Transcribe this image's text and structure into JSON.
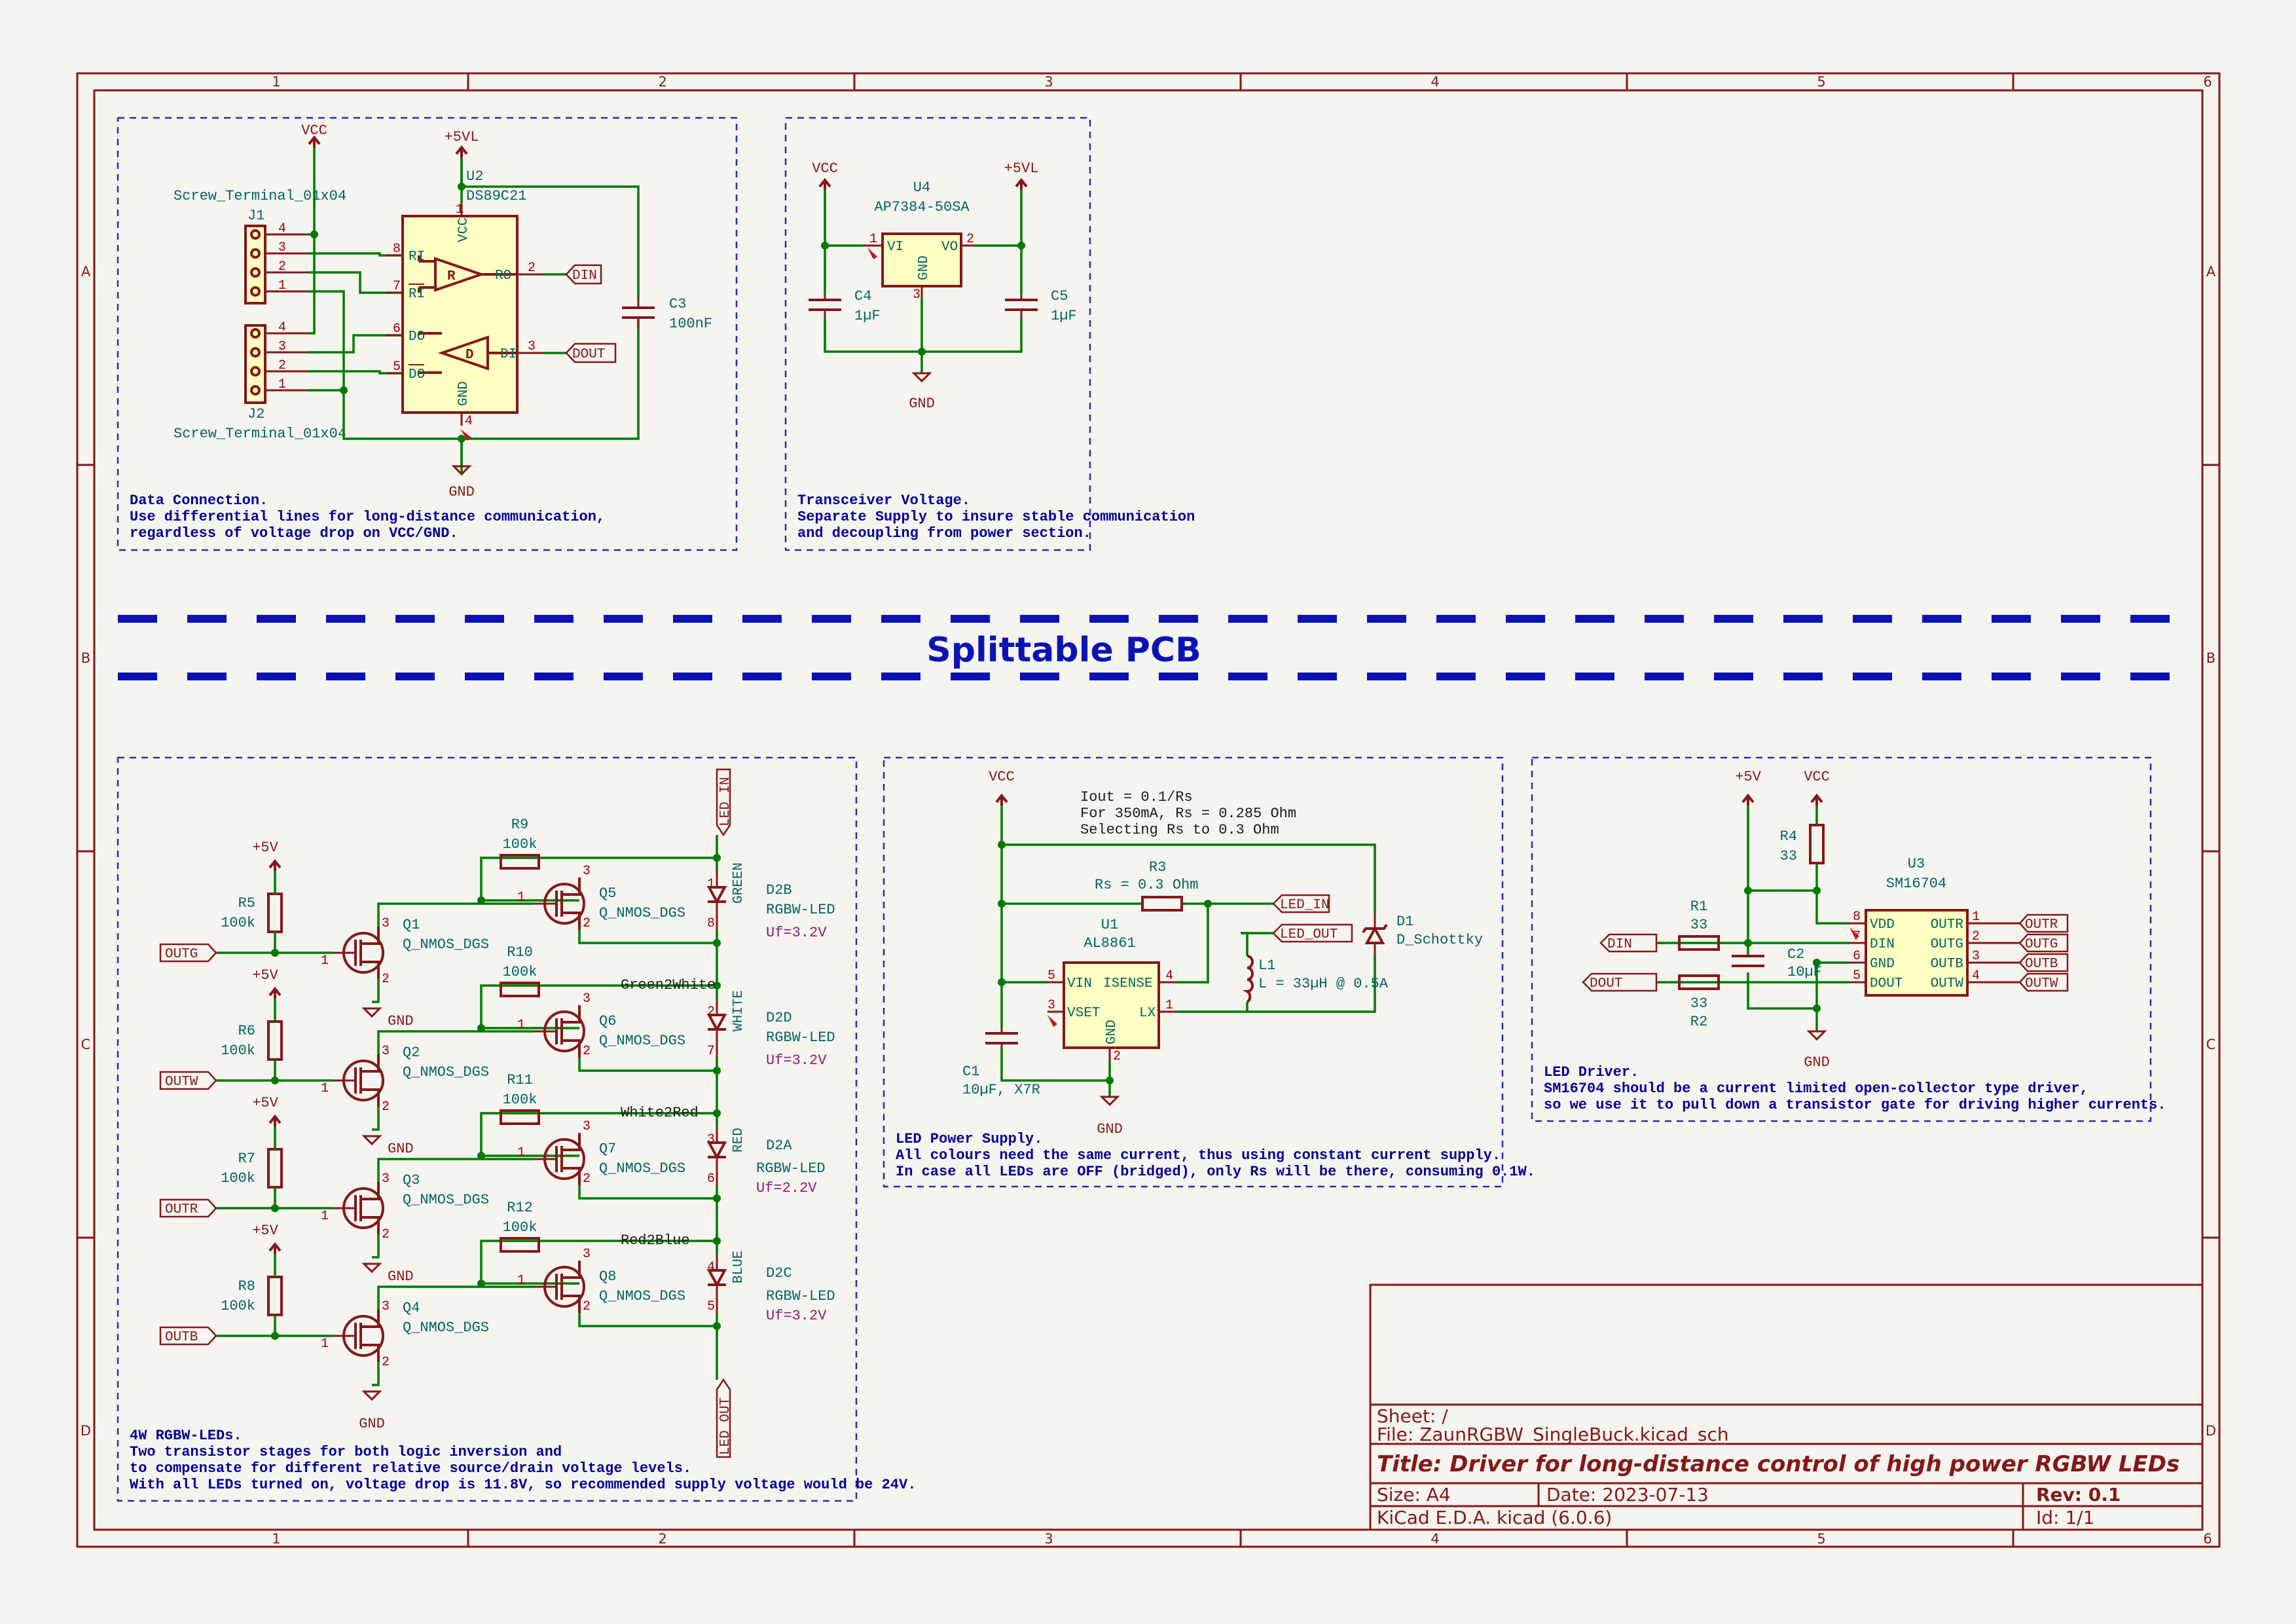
{
  "frame": {
    "cols": [
      "1",
      "2",
      "3",
      "4",
      "5",
      "6"
    ],
    "rows": [
      "A",
      "B",
      "C",
      "D"
    ]
  },
  "split_label": "Splittable PCB",
  "sections": {
    "data": {
      "note": [
        "Data Connection.",
        "Use differential lines for long-distance communication,",
        "regardless of voltage drop on VCC/GND."
      ],
      "J1": {
        "ref": "J1",
        "value": "Screw_Terminal_01x04"
      },
      "J2": {
        "ref": "J2",
        "value": "Screw_Terminal_01x04"
      },
      "U2": {
        "ref": "U2",
        "value": "DS89C21",
        "pins": {
          "vcc": "VCC",
          "gnd": "GND",
          "ri": "RI",
          "ri_n": "RI",
          "ro": "RO",
          "do": "DO",
          "do_n": "DO",
          "di": "DI",
          "r": "R",
          "d": "D"
        }
      },
      "C3": {
        "ref": "C3",
        "value": "100nF"
      },
      "power": {
        "vcc": "VCC",
        "p5vl": "+5VL",
        "gnd": "GND"
      },
      "labels": {
        "din": "DIN",
        "dout": "DOUT"
      }
    },
    "transceiver": {
      "note": [
        "Transceiver Voltage.",
        "Separate Supply to insure stable communication",
        "and decoupling from power section."
      ],
      "U4": {
        "ref": "U4",
        "value": "AP7384-50SA",
        "pins": {
          "vi": "VI",
          "vo": "VO",
          "gnd": "GND"
        }
      },
      "C4": {
        "ref": "C4",
        "value": "1µF"
      },
      "C5": {
        "ref": "C5",
        "value": "1µF"
      },
      "power": {
        "vcc": "VCC",
        "p5vl": "+5VL",
        "gnd": "GND"
      }
    },
    "leds": {
      "note": [
        "4W RGBW-LEDs.",
        "Two transistor stages for both logic inversion and",
        "to compensate for different relative source/drain voltage levels.",
        "With all LEDs turned on, voltage drop is 11.8V, so recommended supply voltage would be 24V."
      ],
      "resistors": [
        {
          "ref": "R5",
          "value": "100k"
        },
        {
          "ref": "R6",
          "value": "100k"
        },
        {
          "ref": "R7",
          "value": "100k"
        },
        {
          "ref": "R8",
          "value": "100k"
        },
        {
          "ref": "R9",
          "value": "100k"
        },
        {
          "ref": "R10",
          "value": "100k"
        },
        {
          "ref": "R11",
          "value": "100k"
        },
        {
          "ref": "R12",
          "value": "100k"
        }
      ],
      "transistors": [
        {
          "ref": "Q1",
          "value": "Q_NMOS_DGS"
        },
        {
          "ref": "Q2",
          "value": "Q_NMOS_DGS"
        },
        {
          "ref": "Q3",
          "value": "Q_NMOS_DGS"
        },
        {
          "ref": "Q4",
          "value": "Q_NMOS_DGS"
        },
        {
          "ref": "Q5",
          "value": "Q_NMOS_DGS"
        },
        {
          "ref": "Q6",
          "value": "Q_NMOS_DGS"
        },
        {
          "ref": "Q7",
          "value": "Q_NMOS_DGS"
        },
        {
          "ref": "Q8",
          "value": "Q_NMOS_DGS"
        }
      ],
      "diodes": [
        {
          "ref": "D2B",
          "value": "RGBW-LED",
          "uf": "Uf=3.2V",
          "color": "GREEN"
        },
        {
          "ref": "D2D",
          "value": "RGBW-LED",
          "uf": "Uf=3.2V",
          "color": "WHITE"
        },
        {
          "ref": "D2A",
          "value": "RGBW-LED",
          "uf": "Uf=2.2V",
          "color": "RED"
        },
        {
          "ref": "D2C",
          "value": "RGBW-LED",
          "uf": "Uf=3.2V",
          "color": "BLUE"
        }
      ],
      "nets": [
        "Green2White",
        "White2Red",
        "Red2Blue"
      ],
      "inputs": [
        "OUTG",
        "OUTW",
        "OUTR",
        "OUTB"
      ],
      "led_in": "LED_IN",
      "led_out": "LED_OUT",
      "power": {
        "p5v": "+5V",
        "gnd": "GND"
      }
    },
    "psu": {
      "note": [
        "LED Power Supply.",
        "All colours need the same current, thus using constant current supply.",
        "In case all LEDs are OFF (bridged), only Rs will be there, consuming 0.1W."
      ],
      "calc": [
        "Iout = 0.1/Rs",
        "For 350mA, Rs = 0.285 Ohm",
        "Selecting Rs to 0.3 Ohm"
      ],
      "U1": {
        "ref": "U1",
        "value": "AL8861",
        "pins": {
          "vin": "VIN",
          "isense": "ISENSE",
          "vset": "VSET",
          "lx": "LX",
          "gnd": "GND"
        }
      },
      "R3": {
        "ref": "R3",
        "value": "Rs = 0.3 Ohm"
      },
      "L1": {
        "ref": "L1",
        "value": "L = 33µH @ 0.5A"
      },
      "D1": {
        "ref": "D1",
        "value": "D_Schottky"
      },
      "C1": {
        "ref": "C1",
        "value": "10µF, X7R"
      },
      "labels": {
        "led_in": "LED_IN",
        "led_out": "LED_OUT"
      },
      "power": {
        "vcc": "VCC",
        "gnd": "GND"
      }
    },
    "driver": {
      "note": [
        "LED Driver.",
        "SM16704 should be a current limited open-collector type driver,",
        "so we use it to pull down a transistor gate for driving higher currents."
      ],
      "U3": {
        "ref": "U3",
        "value": "SM16704",
        "pins": {
          "vdd": "VDD",
          "din": "DIN",
          "gnd": "GND",
          "dout": "DOUT",
          "outr": "OUTR",
          "outg": "OUTG",
          "outb": "OUTB",
          "outw": "OUTW"
        }
      },
      "R1": {
        "ref": "R1",
        "value": "33"
      },
      "R2": {
        "ref": "R2",
        "value": "33"
      },
      "R4": {
        "ref": "R4",
        "value": "33"
      },
      "C2": {
        "ref": "C2",
        "value": "10µF"
      },
      "labels": {
        "din": "DIN",
        "dout": "DOUT",
        "outr": "OUTR",
        "outg": "OUTG",
        "outb": "OUTB",
        "outw": "OUTW"
      },
      "power": {
        "p5v": "+5V",
        "vcc": "VCC",
        "gnd": "GND"
      }
    }
  },
  "title_block": {
    "sheet": "Sheet: /",
    "file": "File: ZaunRGBW_SingleBuck.kicad_sch",
    "title": "Title: Driver for long-distance control of high power RGBW LEDs",
    "size": "Size: A4",
    "date": "Date: 2023-07-13",
    "rev": "Rev: 0.1",
    "kicad": "KiCad E.D.A.  kicad (6.0.6)",
    "id": "Id: 1/1"
  },
  "colors": {
    "component": "#841818",
    "wire": "#007b00",
    "note": "#000096",
    "fill": "#ffffc2",
    "paper": "#f5f4ef"
  }
}
